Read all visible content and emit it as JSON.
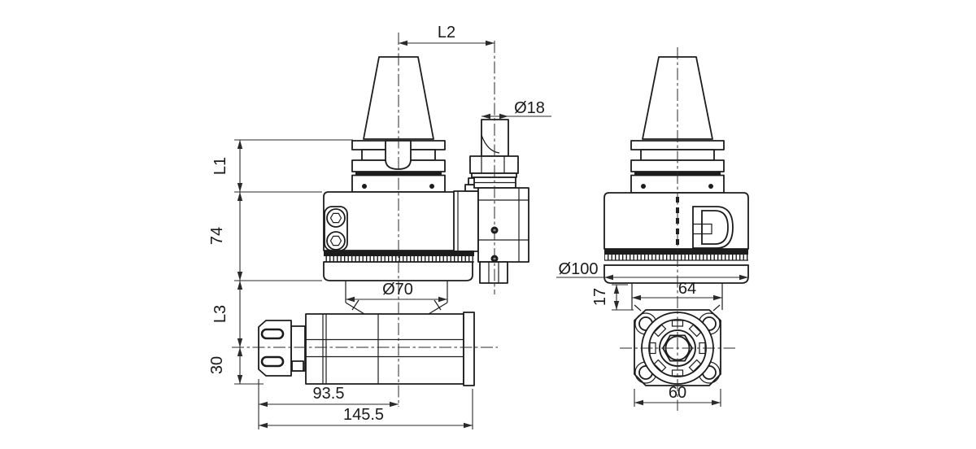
{
  "drawing": {
    "type": "technical-dimension-drawing",
    "subject": "angle-head tool holder, two orthographic views",
    "background": "#ffffff",
    "line_color": "#1c1c1c",
    "side_view": {
      "dims": {
        "l2": "L2",
        "d18": "Ø18",
        "l1": "L1",
        "h74": "74",
        "l3": "L3",
        "h30": "30",
        "d70": "Ø70",
        "len_spindle": "93.5",
        "len_total": "145.5"
      }
    },
    "front_view": {
      "dims": {
        "d100": "Ø100",
        "h17": "17",
        "w64": "64",
        "w60": "60"
      }
    }
  }
}
